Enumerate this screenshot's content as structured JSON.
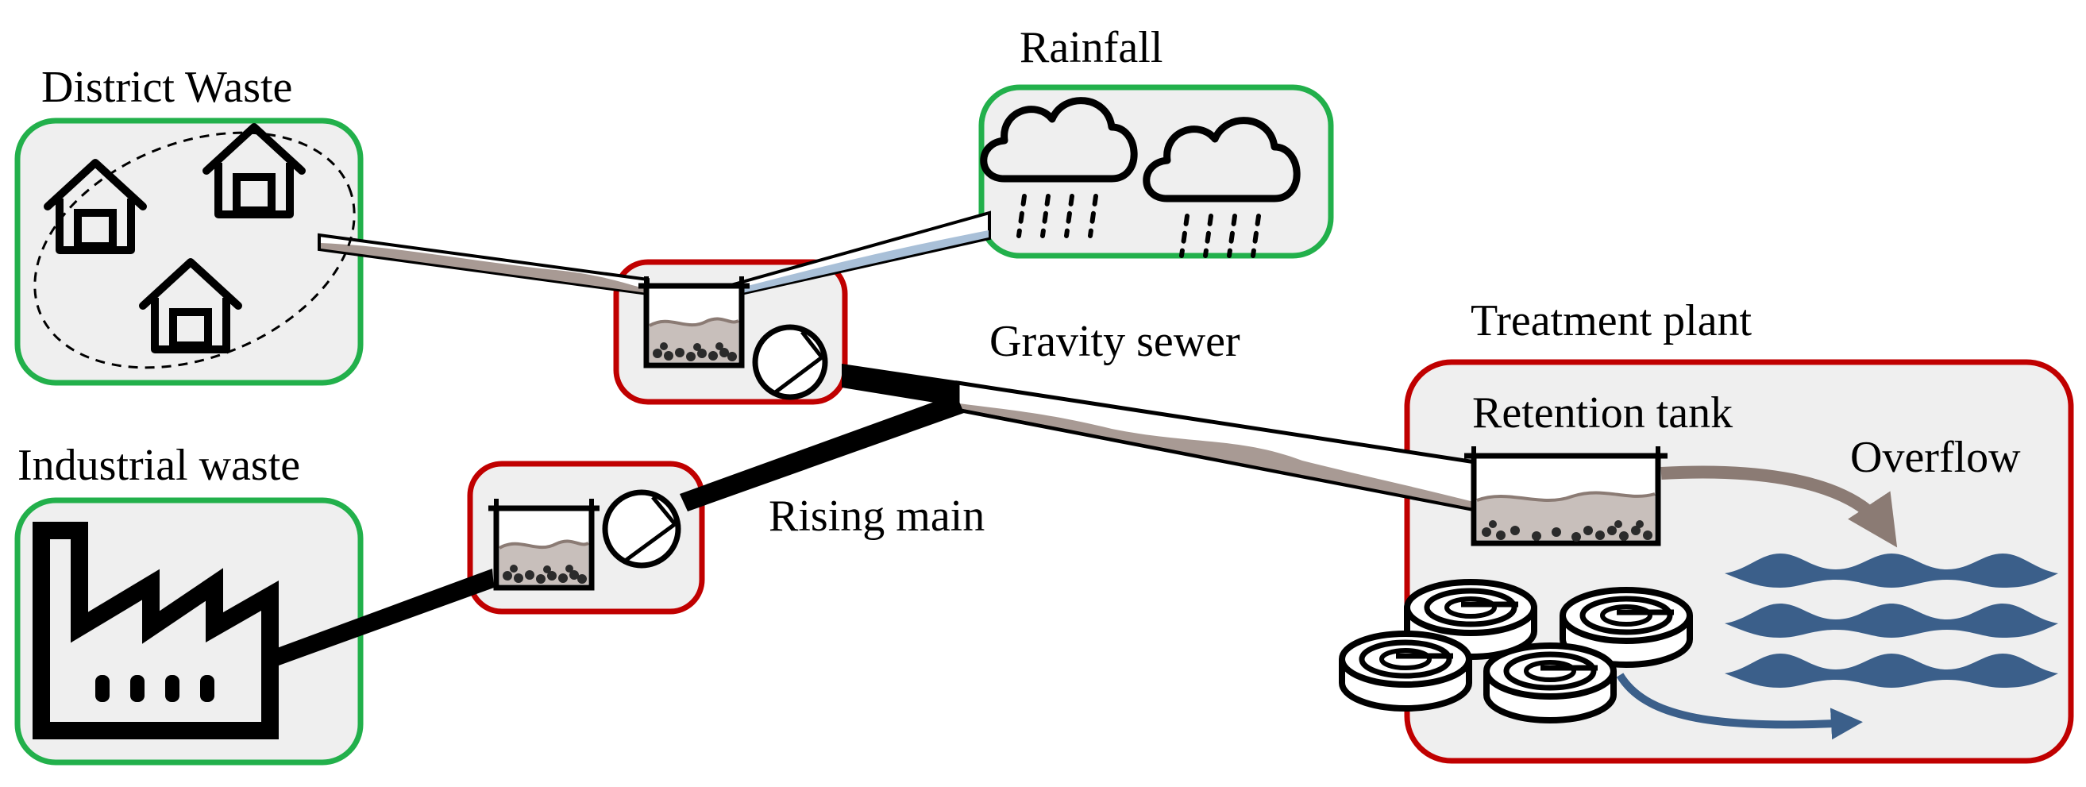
{
  "labels": {
    "district_waste": "District Waste",
    "rainfall": "Rainfall",
    "industrial_waste": "Industrial waste",
    "gravity_sewer": "Gravity sewer",
    "rising_main": "Rising main",
    "treatment_plant": "Treatment plant",
    "retention_tank": "Retention tank",
    "overflow": "Overflow"
  },
  "colors": {
    "source_border": "#22b04b",
    "facility_border": "#c00000",
    "box_fill": "#efefef",
    "water": "#3b5f8a",
    "sludge": "#8b7b74",
    "rain_fill": "#a9c0d8"
  },
  "icons": [
    "house-icon",
    "factory-icon",
    "rain-cloud-icon",
    "pump-icon",
    "wave-icon",
    "clarifier-icon"
  ]
}
